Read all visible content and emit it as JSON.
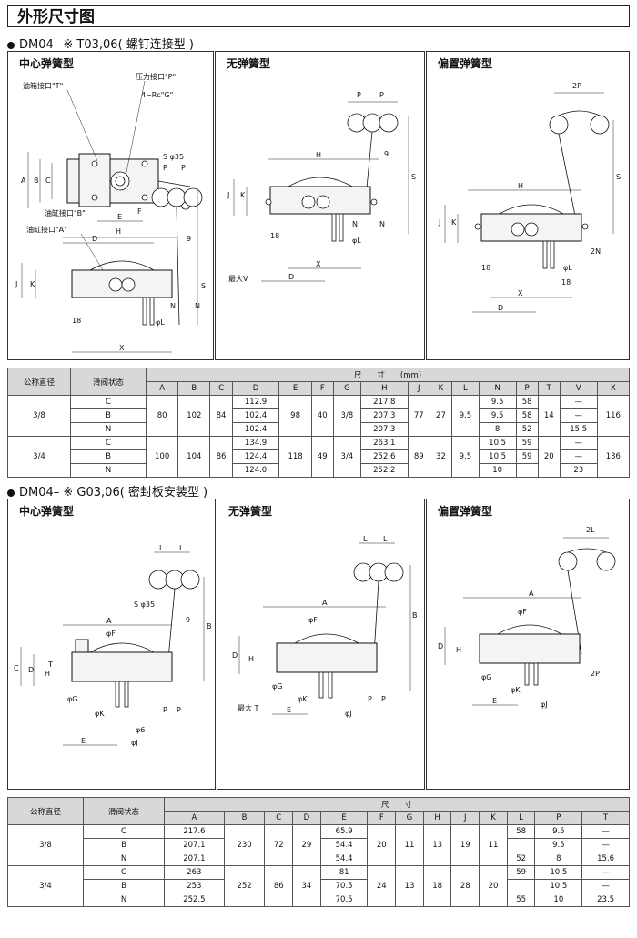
{
  "title": "外形尺寸图",
  "sections": [
    {
      "heading": "DM04– ※ T03,06( 螺钉连接型 )",
      "panels": [
        {
          "title": "中心弹簧型",
          "labels": {
            "tank_port": "油箱接口\"T\"",
            "pressure_port": "压力接口\"P\"",
            "rc": "4−Rc\"G\"",
            "s35": "S φ35",
            "cyl_b": "油缸接口\"B\"",
            "cyl_a": "油缸接口\"A\""
          }
        },
        {
          "title": "无弹簧型",
          "labels": {
            "maxv": "最大V"
          }
        },
        {
          "title": "偏置弹簧型",
          "labels": {
            "p2": "2P",
            "n2": "2N"
          }
        }
      ]
    },
    {
      "heading": "DM04– ※ G03,06( 密封板安装型 )",
      "panels": [
        {
          "title": "中心弹簧型",
          "labels": {
            "s35": "S φ35"
          }
        },
        {
          "title": "无弹簧型",
          "labels": {
            "maxt": "最大 T"
          }
        },
        {
          "title": "偏置弹簧型",
          "labels": {
            "l2": "2L",
            "p2": "2P"
          }
        }
      ]
    }
  ],
  "table1": {
    "h_size": "公称直径",
    "h_state": "滑阀状态",
    "h_dim": "尺　　寸　　(mm)",
    "cols": [
      "A",
      "B",
      "C",
      "D",
      "E",
      "F",
      "G",
      "H",
      "J",
      "K",
      "L",
      "N",
      "P",
      "T",
      "V",
      "X"
    ],
    "groups": [
      {
        "size": "3/8",
        "A": "80",
        "B": "102",
        "C": "84",
        "E": "98",
        "F": "40",
        "G": "3/8",
        "J": "77",
        "K": "27",
        "L": "9.5",
        "T": "14",
        "X": "116",
        "rows": [
          {
            "state": "C",
            "D": "112.9",
            "H": "217.8",
            "N": "9.5",
            "P": "58",
            "V": "—"
          },
          {
            "state": "B",
            "D": "102.4",
            "H": "207.3",
            "N": "9.5",
            "P": "58",
            "V": "—"
          },
          {
            "state": "N",
            "D": "102.4",
            "H": "207.3",
            "N": "8",
            "P": "52",
            "V": "15.5"
          }
        ]
      },
      {
        "size": "3/4",
        "A": "100",
        "B": "104",
        "C": "86",
        "E": "118",
        "F": "49",
        "G": "3/4",
        "J": "89",
        "K": "32",
        "L": "9.5",
        "T": "20",
        "X": "136",
        "rows": [
          {
            "state": "C",
            "D": "134.9",
            "H": "263.1",
            "N": "10.5",
            "P": "59",
            "V": "—"
          },
          {
            "state": "B",
            "D": "124.4",
            "H": "252.6",
            "N": "10.5",
            "P": "59",
            "V": "—"
          },
          {
            "state": "N",
            "D": "124.0",
            "H": "252.2",
            "N": "10",
            "P": "",
            "V": "23"
          }
        ]
      }
    ]
  },
  "table2": {
    "h_size": "公称直径",
    "h_state": "滑阀状态",
    "h_dim": "尺　　寸",
    "cols": [
      "A",
      "B",
      "C",
      "D",
      "E",
      "F",
      "G",
      "H",
      "J",
      "K",
      "L",
      "P",
      "T"
    ],
    "groups": [
      {
        "size": "3/8",
        "B": "230",
        "C": "72",
        "D": "29",
        "F": "20",
        "G": "11",
        "H": "13",
        "J": "19",
        "K": "11",
        "rows": [
          {
            "state": "C",
            "A": "217.6",
            "E": "65.9",
            "L": "58",
            "P": "9.5",
            "T": "—"
          },
          {
            "state": "B",
            "A": "207.1",
            "E": "54.4",
            "L": "",
            "P": "9.5",
            "T": "—"
          },
          {
            "state": "N",
            "A": "207.1",
            "E": "54.4",
            "L": "52",
            "P": "8",
            "T": "15.6"
          }
        ]
      },
      {
        "size": "3/4",
        "B": "252",
        "C": "86",
        "D": "34",
        "F": "24",
        "G": "13",
        "H": "18",
        "J": "28",
        "K": "20",
        "rows": [
          {
            "state": "C",
            "A": "263",
            "E": "81",
            "L": "59",
            "P": "10.5",
            "T": "—"
          },
          {
            "state": "B",
            "A": "253",
            "E": "70.5",
            "L": "",
            "P": "10.5",
            "T": "—"
          },
          {
            "state": "N",
            "A": "252.5",
            "E": "70.5",
            "L": "55",
            "P": "10",
            "T": "23.5"
          }
        ]
      }
    ]
  }
}
